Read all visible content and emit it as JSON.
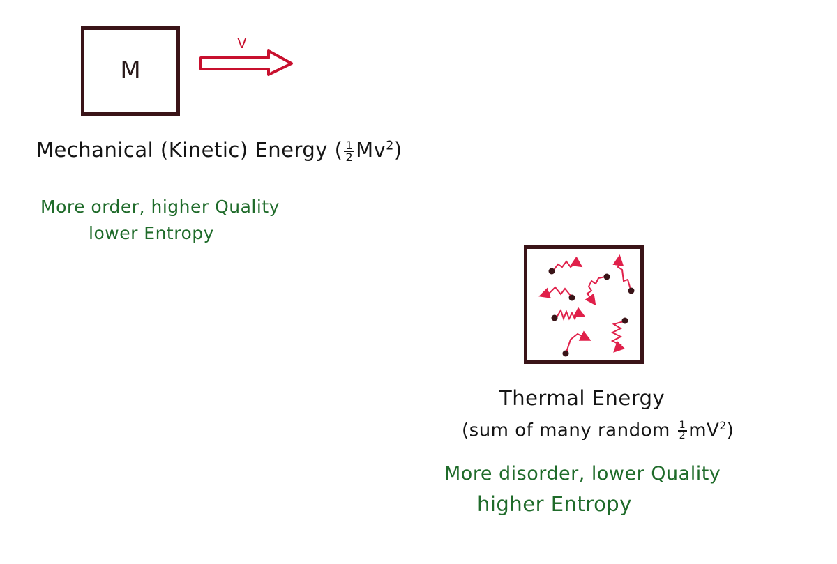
{
  "mechanical": {
    "mass_label": "M",
    "velocity_label": "V",
    "title_text": "Mechanical (Kinetic) Energy (",
    "title_formula": "Mv",
    "title_close": ")",
    "quality_line1": "More order, higher Quality",
    "quality_line2": "lower Entropy"
  },
  "thermal": {
    "title": "Thermal Energy",
    "subtitle_text": "(sum of many random",
    "subtitle_formula": "mV",
    "subtitle_close": ")",
    "quality_line1": "More disorder, lower Quality",
    "quality_line2": "higher Entropy"
  },
  "fraction": {
    "numerator": "1",
    "denominator": "2",
    "exponent": "2"
  },
  "colors": {
    "box_border": "#3a1418",
    "arrow": "#c8102e",
    "label_text": "#141414",
    "quality_text": "#1f6b2a",
    "particle": "#3a1418"
  }
}
